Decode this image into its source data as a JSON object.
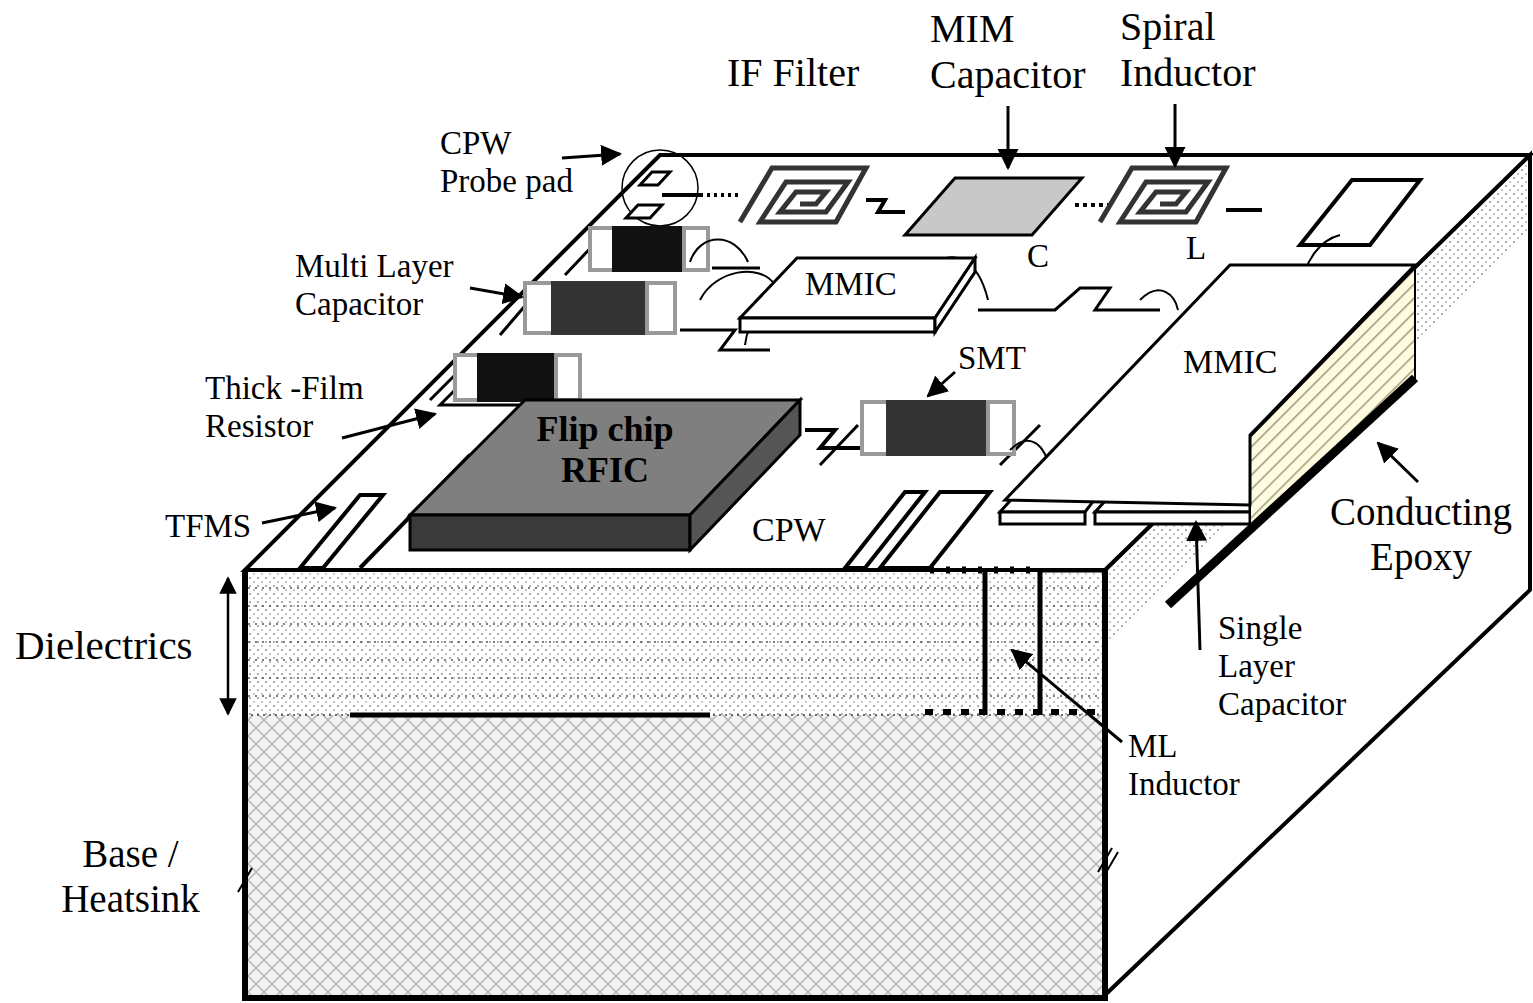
{
  "diagram": {
    "nodes": [
      {
        "text": [
          "MMIC"
        ]
      },
      {
        "text": [
          "MMIC"
        ]
      },
      {
        "text": [
          "Flip chip RFIC"
        ]
      }
    ],
    "labels": [
      "MIM Capacitor",
      "Spiral Inductor",
      "IF Filter",
      "CPW Probe pad",
      "C",
      "L",
      "Multi Layer Capacitor",
      "SMT",
      "Thick -Film Resistor",
      "Conducting Epoxy",
      "TFMS",
      "CPW",
      "Single Layer Capacitor",
      "Dielectrics",
      "ML Inductor",
      "Base / Heatsink"
    ]
  }
}
